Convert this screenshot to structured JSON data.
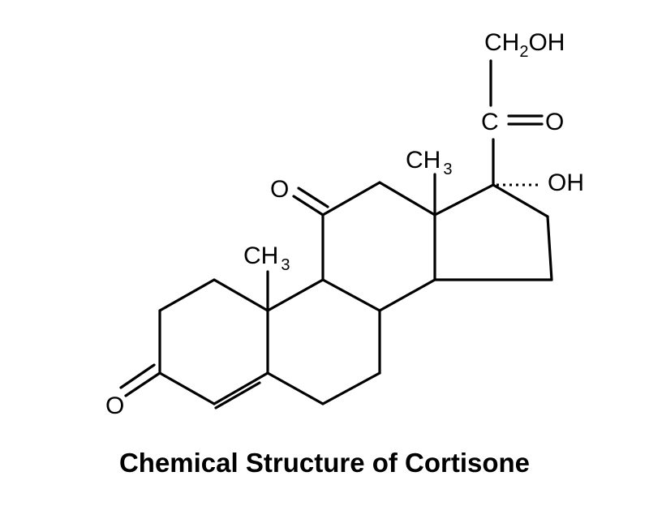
{
  "caption": "Chemical Structure of Cortisone",
  "labels": {
    "ch2oh_main": "CH",
    "ch2oh_sub": "2",
    "ch2oh_tail": "OH",
    "carbonyl_c": "C",
    "carbonyl_o": "O",
    "ch3_top_main": "CH",
    "ch3_top_sub": "3",
    "oh": "OH",
    "ketone11_o": "O",
    "ch3_mid_main": "CH",
    "ch3_mid_sub": "3",
    "ketone3_o": "O"
  }
}
